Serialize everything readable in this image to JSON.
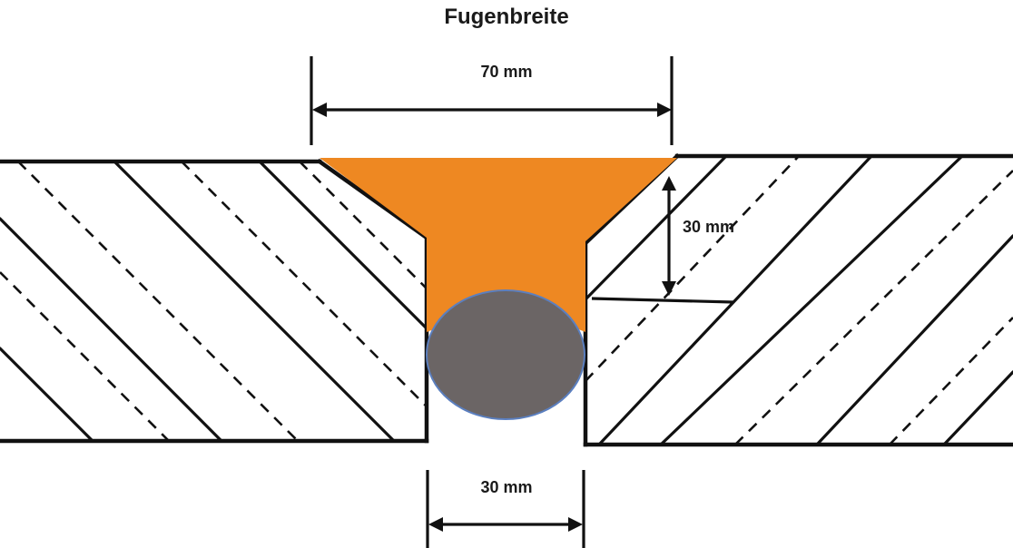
{
  "title": "Fugenbreite",
  "dimensions": {
    "top_width": "70 mm",
    "depth": "30 mm",
    "bottom_width": "30 mm"
  },
  "colors": {
    "sealant": "#ee8822",
    "backer_rod": "#6b6565",
    "backer_rod_outline": "#5b7fbf",
    "lines": "#111111",
    "background": "#ffffff"
  }
}
